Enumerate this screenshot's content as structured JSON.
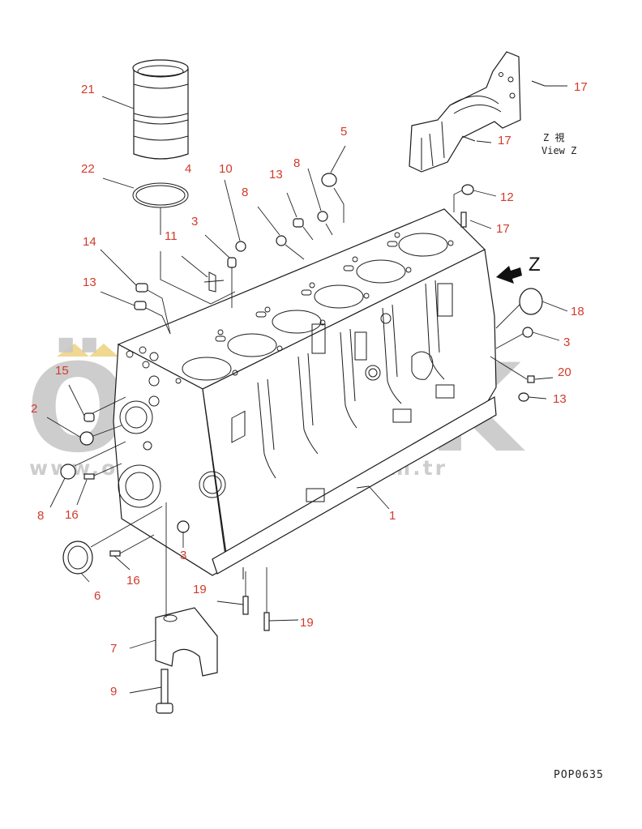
{
  "colors": {
    "callout": "#d23a2a",
    "line": "#1a1a1a",
    "watermark": "#c8c8c8",
    "watermark_accent": "#f0d890"
  },
  "watermark": {
    "brand": "ÖRNEK",
    "url": "www.ornekismakinalari.com.tr"
  },
  "drawing_code": "POP0635",
  "view": {
    "arrow_label": "Z",
    "kanji_label": "Z 視",
    "view_label": "View Z"
  },
  "callouts": [
    {
      "id": "c-21",
      "label": "21"
    },
    {
      "id": "c-22",
      "label": "22"
    },
    {
      "id": "c-4",
      "label": "4"
    },
    {
      "id": "c-10",
      "label": "10"
    },
    {
      "id": "c-8a",
      "label": "8"
    },
    {
      "id": "c-13a",
      "label": "13"
    },
    {
      "id": "c-8b",
      "label": "8"
    },
    {
      "id": "c-5",
      "label": "5"
    },
    {
      "id": "c-3a",
      "label": "3"
    },
    {
      "id": "c-11",
      "label": "11"
    },
    {
      "id": "c-14",
      "label": "14"
    },
    {
      "id": "c-13b",
      "label": "13"
    },
    {
      "id": "c-15",
      "label": "15"
    },
    {
      "id": "c-2",
      "label": "2"
    },
    {
      "id": "c-8c",
      "label": "8"
    },
    {
      "id": "c-16a",
      "label": "16"
    },
    {
      "id": "c-3b",
      "label": "3"
    },
    {
      "id": "c-16b",
      "label": "16"
    },
    {
      "id": "c-6",
      "label": "6"
    },
    {
      "id": "c-19a",
      "label": "19"
    },
    {
      "id": "c-19b",
      "label": "19"
    },
    {
      "id": "c-7",
      "label": "7"
    },
    {
      "id": "c-9",
      "label": "9"
    },
    {
      "id": "c-1",
      "label": "1"
    },
    {
      "id": "c-12",
      "label": "12"
    },
    {
      "id": "c-17a",
      "label": "17"
    },
    {
      "id": "c-17b",
      "label": "17"
    },
    {
      "id": "c-17c",
      "label": "17"
    },
    {
      "id": "c-18",
      "label": "18"
    },
    {
      "id": "c-3c",
      "label": "3"
    },
    {
      "id": "c-20",
      "label": "20"
    },
    {
      "id": "c-13c",
      "label": "13"
    }
  ]
}
